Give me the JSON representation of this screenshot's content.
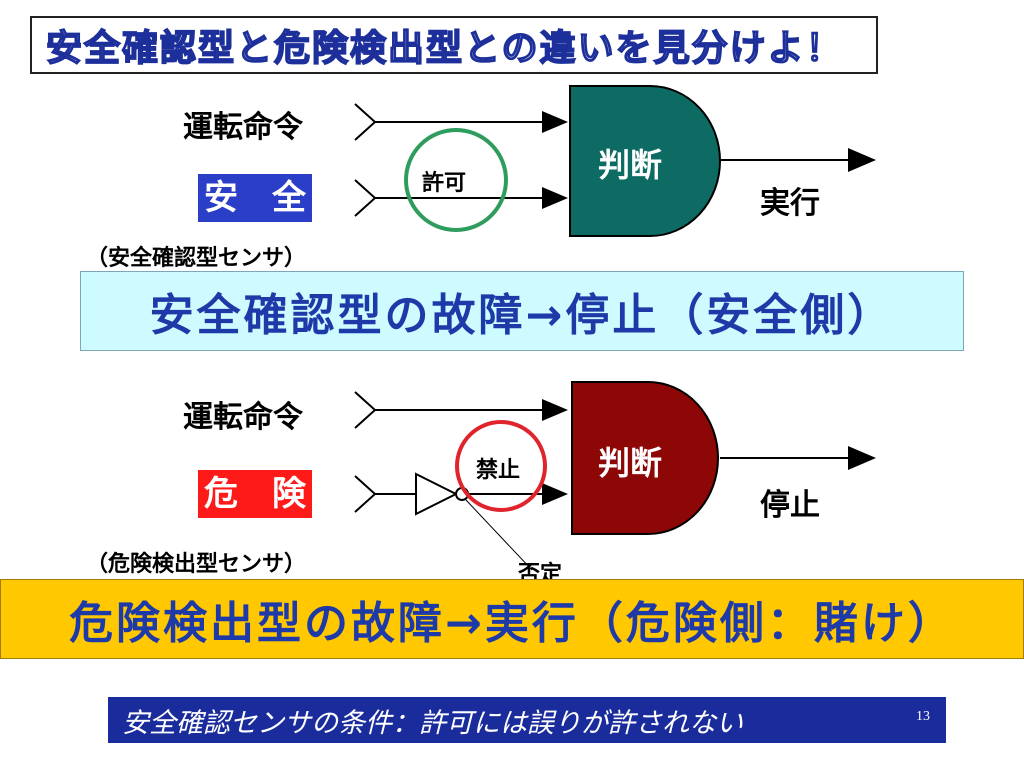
{
  "title": "安全確認型と危険検出型との違いを見分けよ！",
  "top": {
    "input1_label": "運転命令",
    "sensor_label": "安　全",
    "sensor_color": "#2a3ec8",
    "circle_label": "許可",
    "circle_color": "#2e9c5c",
    "gate_label": "判断",
    "gate_color": "#0e6b63",
    "output_label": "実行",
    "sensor_note": "（安全確認型センサ）"
  },
  "banner1": {
    "text": "安全確認型の故障→停止（安全側）",
    "bg": "#cdfbff"
  },
  "bottom": {
    "input1_label": "運転命令",
    "sensor_label": "危　険",
    "sensor_color": "#ff1a1a",
    "circle_label": "禁止",
    "circle_color": "#e0242c",
    "gate_label": "判断",
    "gate_color": "#8e0707",
    "output_label": "停止",
    "sensor_note": "（危険検出型センサ）",
    "negation_label": "否定"
  },
  "banner2": {
    "text": "危険検出型の故障→実行（危険側：賭け）",
    "bg": "#ffc800"
  },
  "footer": {
    "text": "安全確認センサの条件：許可には誤りが許されない",
    "page": "13"
  }
}
